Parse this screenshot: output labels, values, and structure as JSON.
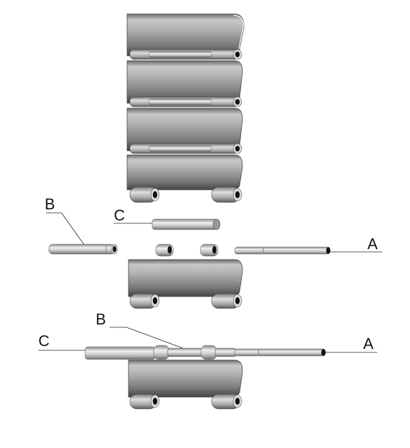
{
  "diagram": {
    "labels": {
      "upper_b": "B",
      "upper_c": "C",
      "upper_a": "A",
      "lower_b": "B",
      "lower_c": "C",
      "lower_a": "A"
    }
  }
}
